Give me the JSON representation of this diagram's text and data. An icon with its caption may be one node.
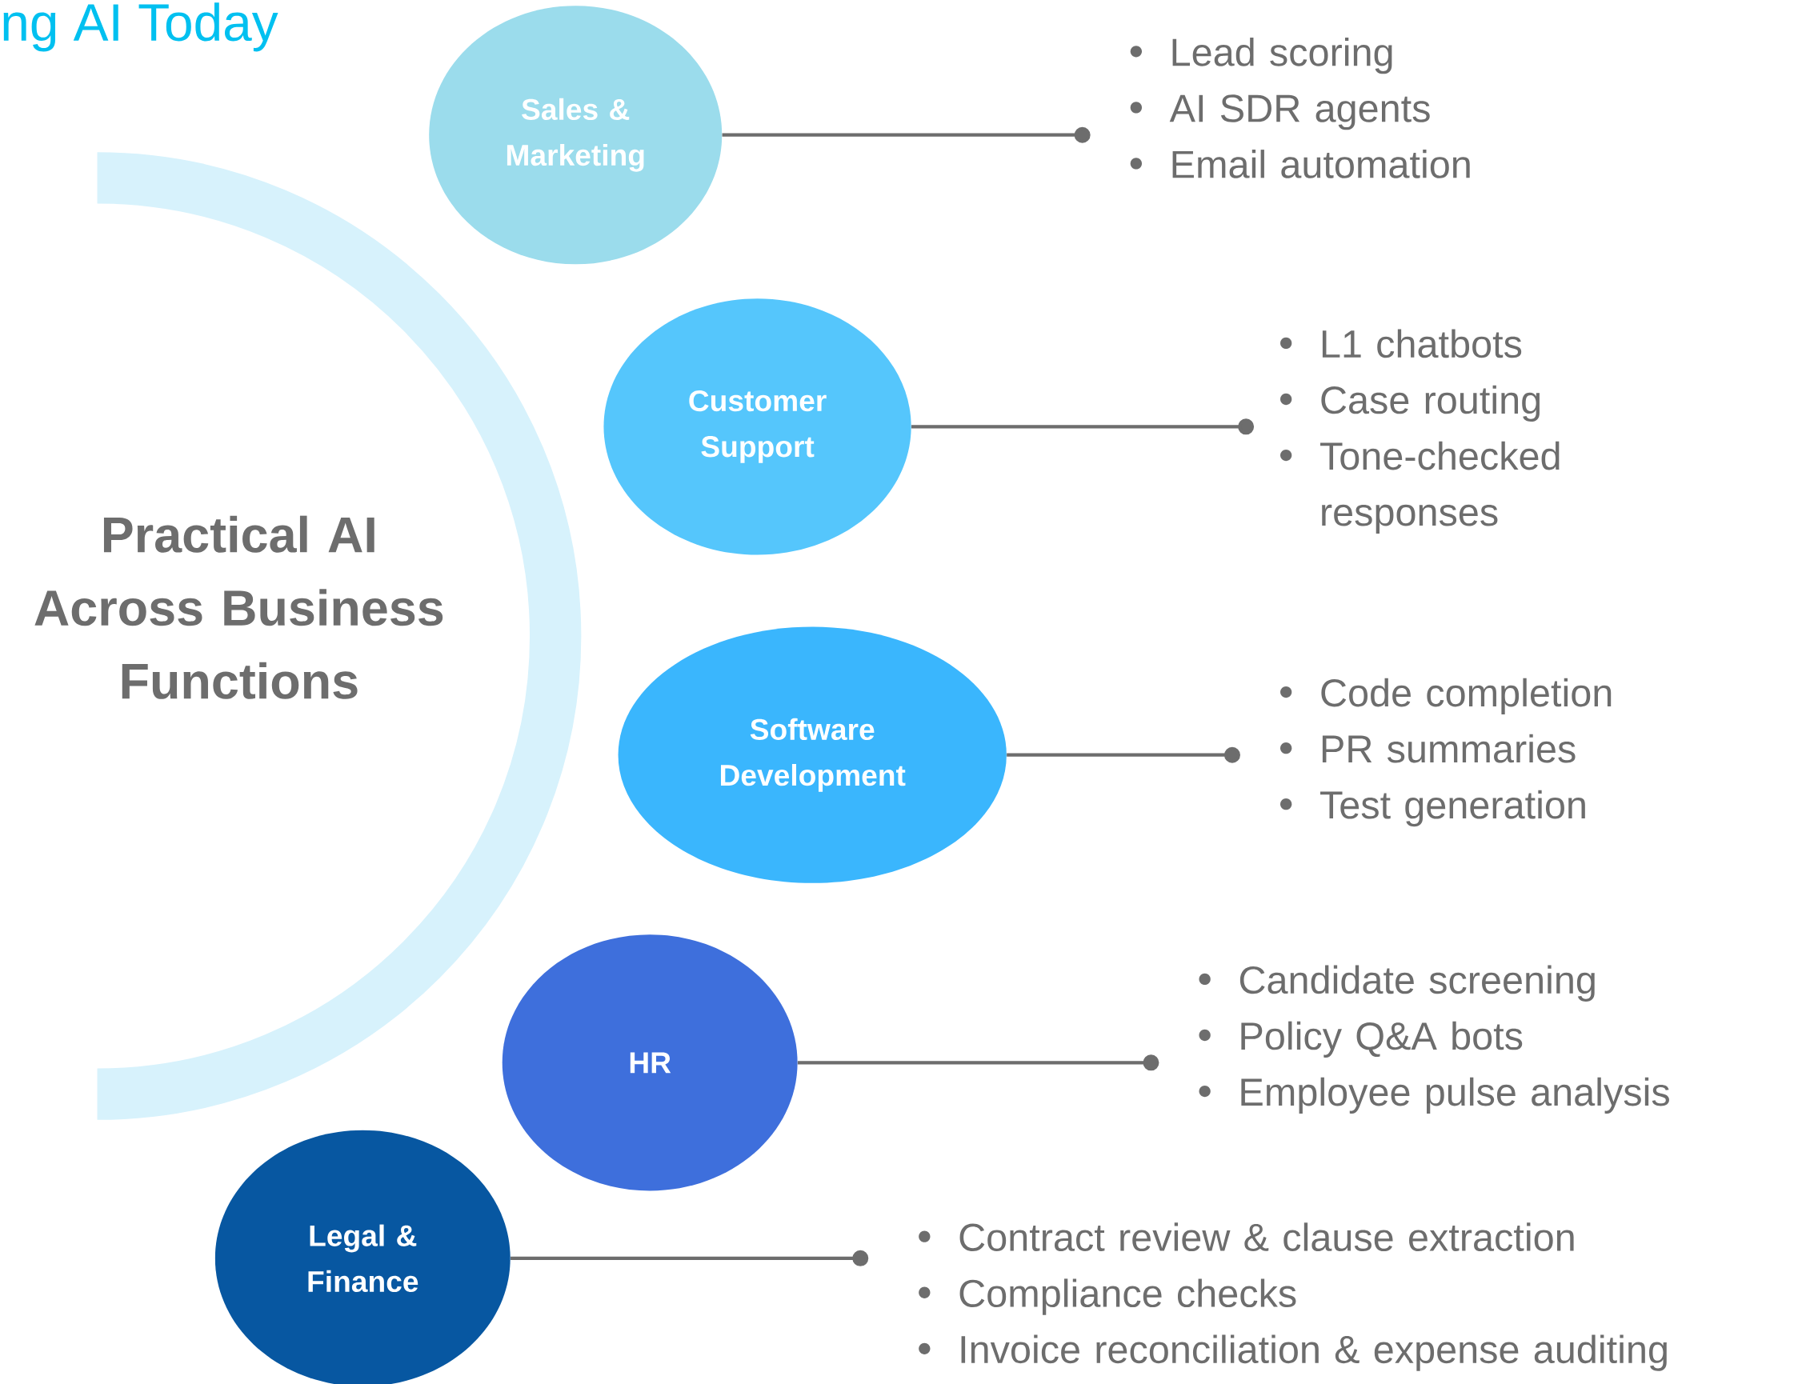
{
  "diagram": {
    "title": "ng AI Today",
    "nodes": [
      {
        "text": [
          "Practical AI Across Business Functions"
        ]
      },
      {
        "text": [
          "Sales & Marketing"
        ]
      },
      {
        "text": [
          "Lead scoring",
          "AI SDR agents",
          "Email automation"
        ]
      },
      {
        "text": [
          "Customer Support"
        ]
      },
      {
        "text": [
          "L1 chatbots",
          "Case routing",
          "Tone-checked responses"
        ]
      },
      {
        "text": [
          "Software Development"
        ]
      },
      {
        "text": [
          "Code completion",
          "PR summaries",
          "Test generation"
        ]
      },
      {
        "text": [
          "HR"
        ]
      },
      {
        "text": [
          "Candidate screening",
          "Policy Q&A bots",
          "Employee pulse analysis"
        ]
      },
      {
        "text": [
          "Legal & Finance"
        ]
      },
      {
        "text": [
          "Contract review & clause extraction",
          "Compliance checks",
          "Invoice reconciliation & expense auditing"
        ]
      }
    ],
    "edges": [
      {
        "from": 1,
        "to": 2,
        "arrow": "other"
      },
      {
        "from": 3,
        "to": 4,
        "arrow": "other"
      },
      {
        "from": 5,
        "to": 6,
        "arrow": "other"
      },
      {
        "from": 7,
        "to": 8,
        "arrow": "other"
      },
      {
        "from": 9,
        "to": 10,
        "arrow": "other"
      }
    ]
  }
}
